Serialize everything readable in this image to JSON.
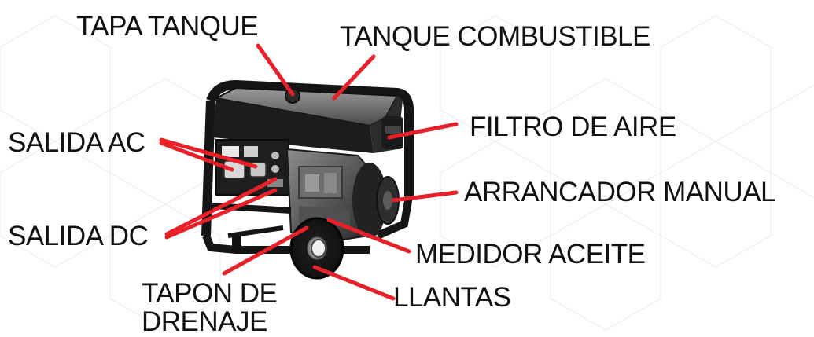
{
  "diagram": {
    "subject": "diesel-generator",
    "leader_color": "#e8202a",
    "labels": {
      "tapa_tanque": "TAPA TANQUE",
      "tanque_combustible": "TANQUE COMBUSTIBLE",
      "filtro_de_aire": "FILTRO DE AIRE",
      "salida_ac": "SALIDA AC",
      "arrancador_manual": "ARRANCADOR MANUAL",
      "salida_dc": "SALIDA DC",
      "medidor_aceite": "MEDIDOR ACEITE",
      "tapon_de_drenaje": [
        "TAPON DE",
        "DRENAJE"
      ],
      "llantas": "LLANTAS"
    }
  }
}
